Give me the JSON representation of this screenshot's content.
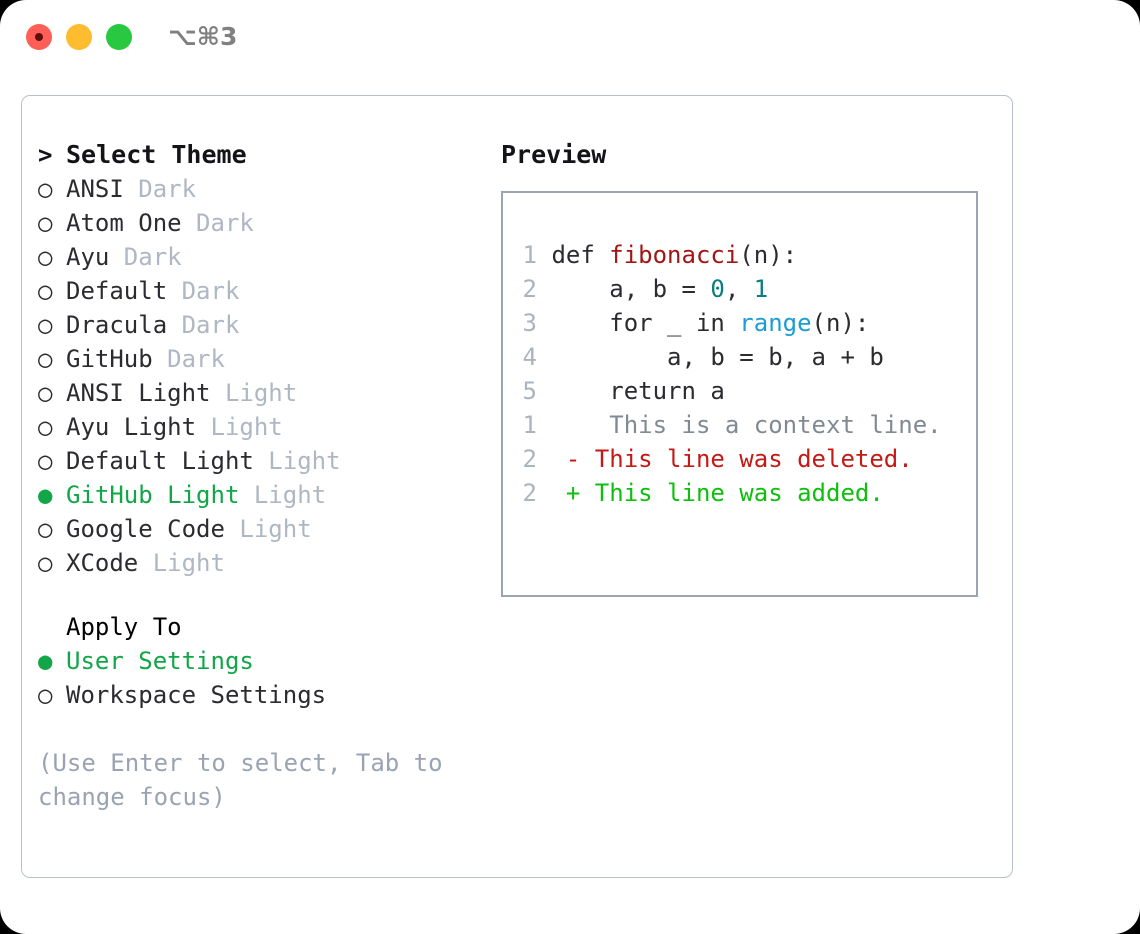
{
  "window": {
    "shortcut_label": "⌥⌘3",
    "traffic_lights": [
      {
        "name": "close",
        "color": "#ff5f57"
      },
      {
        "name": "minimize",
        "color": "#febc2e"
      },
      {
        "name": "maximize",
        "color": "#28c840"
      }
    ]
  },
  "colors": {
    "accent_green": "#12a648",
    "text": "#2b2b30",
    "muted": "#aeb7c3",
    "hint": "#9aa3b2",
    "border": "#b9c0cc",
    "preview_border": "#9aa5b1"
  },
  "theme_section": {
    "header": "Select Theme",
    "header_prefix": ">",
    "bullet_unselected": "○",
    "bullet_selected": "●",
    "items": [
      {
        "label": "ANSI",
        "suffix": "Dark",
        "selected": false
      },
      {
        "label": "Atom One",
        "suffix": "Dark",
        "selected": false
      },
      {
        "label": "Ayu",
        "suffix": "Dark",
        "selected": false
      },
      {
        "label": "Default",
        "suffix": "Dark",
        "selected": false
      },
      {
        "label": "Dracula",
        "suffix": "Dark",
        "selected": false
      },
      {
        "label": "GitHub",
        "suffix": "Dark",
        "selected": false
      },
      {
        "label": "ANSI Light",
        "suffix": "Light",
        "selected": false
      },
      {
        "label": "Ayu Light",
        "suffix": "Light",
        "selected": false
      },
      {
        "label": "Default Light",
        "suffix": "Light",
        "selected": false
      },
      {
        "label": "GitHub Light",
        "suffix": "Light",
        "selected": true
      },
      {
        "label": "Google Code",
        "suffix": "Light",
        "selected": false
      },
      {
        "label": "XCode",
        "suffix": "Light",
        "selected": false
      }
    ]
  },
  "apply_to_section": {
    "header": "Apply To",
    "items": [
      {
        "label": "User Settings",
        "selected": true
      },
      {
        "label": "Workspace Settings",
        "selected": false
      }
    ]
  },
  "hint": "(Use Enter to select, Tab to change focus)",
  "preview": {
    "title": "Preview",
    "code_lines": [
      {
        "num": "1",
        "indent": "",
        "tokens": [
          {
            "t": "def ",
            "c": "code-text"
          },
          {
            "t": "fibonacci",
            "c": "tok-fn"
          },
          {
            "t": "(n):",
            "c": "code-text"
          }
        ]
      },
      {
        "num": "2",
        "indent": "",
        "tokens": [
          {
            "t": "    a, b = ",
            "c": "code-text"
          },
          {
            "t": "0",
            "c": "tok-num"
          },
          {
            "t": ", ",
            "c": "code-text"
          },
          {
            "t": "1",
            "c": "tok-num"
          }
        ]
      },
      {
        "num": "3",
        "indent": "",
        "tokens": [
          {
            "t": "    for _ in ",
            "c": "code-text"
          },
          {
            "t": "range",
            "c": "tok-builtin"
          },
          {
            "t": "(n):",
            "c": "code-text"
          }
        ]
      },
      {
        "num": "4",
        "indent": "",
        "tokens": [
          {
            "t": "        a, b = b, a + b",
            "c": "code-text"
          }
        ]
      },
      {
        "num": "5",
        "indent": "",
        "tokens": [
          {
            "t": "    return a",
            "c": "code-text"
          }
        ]
      }
    ],
    "diff_lines": [
      {
        "num": "1",
        "marker": " ",
        "text": "  This is a context line.",
        "kind": "diff-ctx"
      },
      {
        "num": "2",
        "marker": "-",
        "text": " This line was deleted.",
        "kind": "diff-del"
      },
      {
        "num": "2",
        "marker": "+",
        "text": " This line was added.",
        "kind": "diff-add"
      }
    ]
  }
}
